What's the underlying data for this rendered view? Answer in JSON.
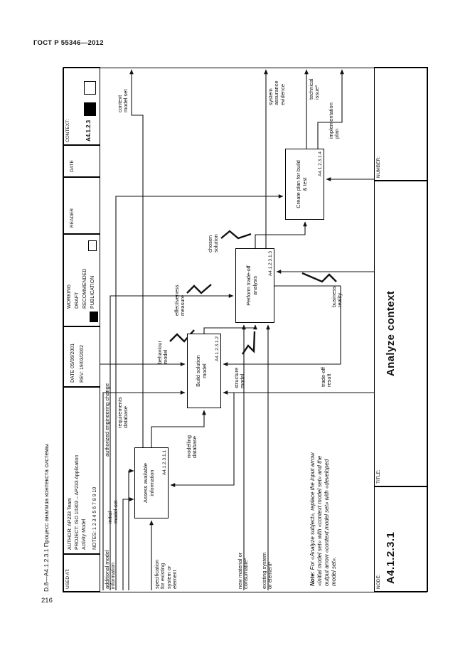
{
  "page": {
    "doc_header": "ГОСТ Р 55346—2012",
    "side_caption": "D.8—A4.1.2.3.1 Процесс анализа контекста системы",
    "page_number": "216"
  },
  "form": {
    "used_at_label": "USED AT:",
    "author_line": "AUTHOR: AP233 Team",
    "project_line": "PROJECT: ISO 10303 – AP233 Application\nActivity Model",
    "notes_line": "NOTES: 1 2 3 4 5 6 7 8 9 10",
    "date_line": "DATE 05/06/2001",
    "rev_line": "REV: 19/03/2002",
    "status_labels": [
      "WORKING",
      "DRAFT",
      "RECOMMENDED",
      "PUBLICATION"
    ],
    "reader_label": "READER",
    "date_label": "DATE",
    "context_label": "CONTEXT:",
    "context_node": "A4.1.2.3",
    "node_label": "NODE:",
    "node_value": "A4.1.2.3.1",
    "title_label": "TITLE:",
    "title_value": "Analyze context",
    "number_label": "NUMBER:"
  },
  "diagram": {
    "boxes": [
      {
        "label": "Assess available\ninformation",
        "node": "A4.1.2.3.1.1"
      },
      {
        "label": "Build solution\nmodel",
        "node": "A4.1.2.3.1.2"
      },
      {
        "label": "Perform trade-off\nanalysis",
        "node": "A4.1.2.3.1.3"
      },
      {
        "label": "Create plan for build\n& test",
        "node": "A4.1.2.3.1.4"
      }
    ],
    "labels": {
      "additional_model_information": "additional model\ninformation",
      "initial_model_set": "initial\nmodel set",
      "authorized_engineering_change": "authorized engineering change",
      "requirements_database": "requirements\ndatabase",
      "specification_for_existing": "specification\nfor existing\nsystem or\nelement",
      "modelling_database": "modelling\ndatabase",
      "behaviour_model": "behaviour\nmodel",
      "effectiveness_measure": "effectiveness\nmeasure",
      "structure_model": "structure\nmodel",
      "chosen_solution": "chosen\nsolution",
      "context_model_set": "context\nmodel set",
      "system_assurance_evidence": "system\nassurance\nevidence",
      "technical_issue": "technical\nissue*",
      "implementation_plan": "implementation\nplan",
      "business_reality": "business\nreality",
      "trade_off_result": "trade-off\nresult",
      "new_material_or_consumable": "new material or\nconsumable*",
      "existing_system_or_element": "existing system\nor element*"
    },
    "note_title": "Note:",
    "note_body": "For «Analyze subject», replace the input arrow «initial model set» with «context model set» and the output arrow «context model set» with «developed model set»."
  }
}
